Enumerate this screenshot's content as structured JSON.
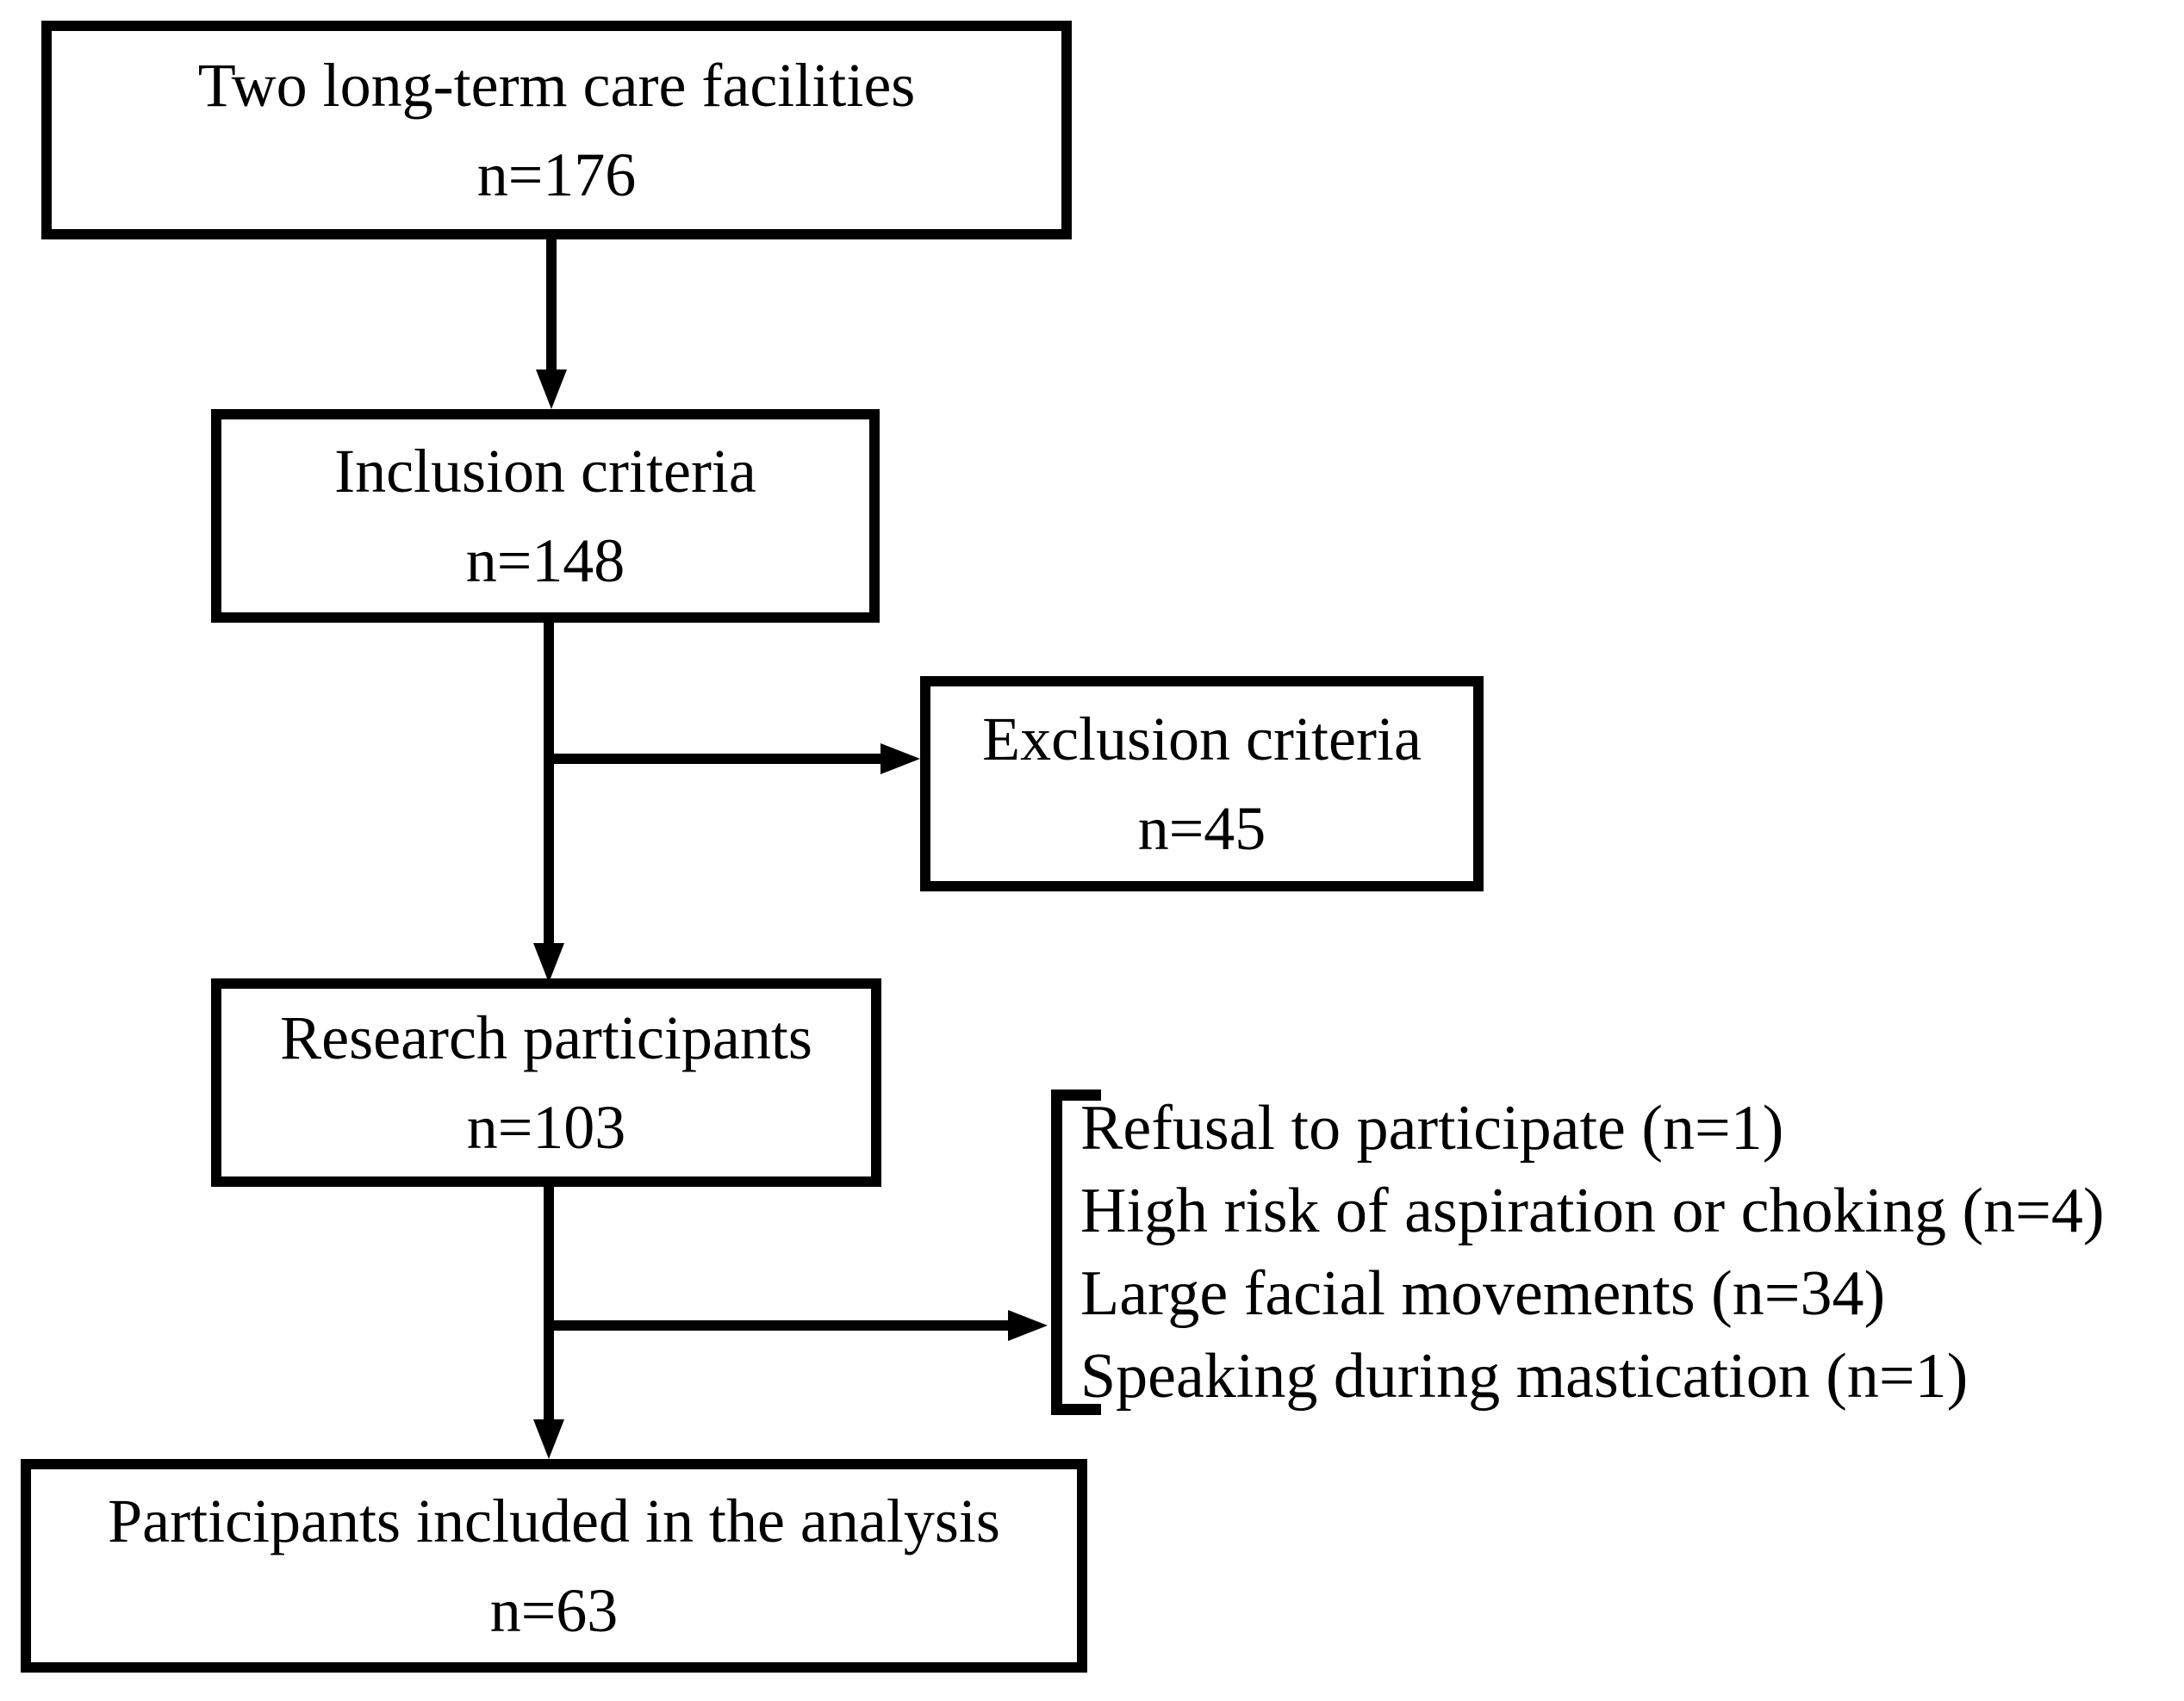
{
  "flowchart": {
    "boxes": {
      "facilities": {
        "label": "Two long-term care facilities",
        "count": "n=176"
      },
      "inclusion": {
        "label": "Inclusion criteria",
        "count": "n=148"
      },
      "exclusion": {
        "label": "Exclusion criteria",
        "count": "n=45"
      },
      "participants": {
        "label": "Research participants",
        "count": "n=103"
      },
      "analysis": {
        "label": "Participants included in the analysis",
        "count": "n=63"
      }
    },
    "exclusion_reasons": [
      "Refusal to participate (n=1)",
      "High risk of aspiration or choking (n=4)",
      "Large facial movements (n=34)",
      "Speaking during mastication (n=1)"
    ],
    "colors": {
      "ink": "#000000",
      "background": "#ffffff"
    }
  }
}
